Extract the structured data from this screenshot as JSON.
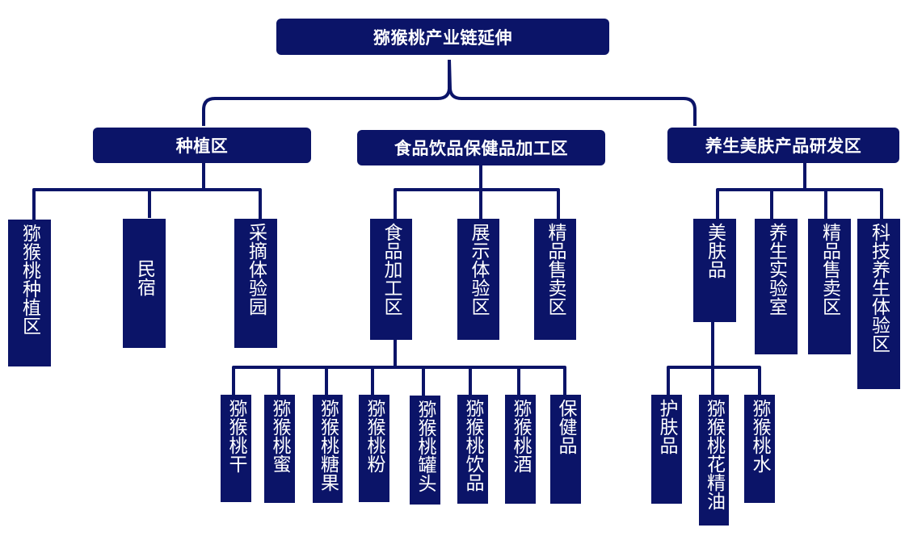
{
  "diagram": {
    "type": "org-chart",
    "colors": {
      "box": "#0b1468",
      "text": "#ffffff",
      "line": "#0b1468"
    },
    "root": {
      "label": "猕猴桃产业链延伸"
    },
    "zones": [
      {
        "label": "种植区",
        "children": [
          {
            "label": "猕猴桃种植区"
          },
          {
            "label": "民宿"
          },
          {
            "label": "采摘体验园"
          }
        ]
      },
      {
        "label": "食品饮品保健品加工区",
        "children": [
          {
            "label": "食品加工区",
            "children": [
              {
                "label": "猕猴桃干"
              },
              {
                "label": "猕猴桃蜜"
              },
              {
                "label": "猕猴桃糖果"
              },
              {
                "label": "猕猴桃粉"
              },
              {
                "label": "猕猴桃罐头"
              },
              {
                "label": "猕猴桃饮品"
              },
              {
                "label": "猕猴桃酒"
              },
              {
                "label": "保健品"
              }
            ]
          },
          {
            "label": "展示体验区"
          },
          {
            "label": "精品售卖区"
          }
        ]
      },
      {
        "label": "养生美肤产品研发区",
        "children": [
          {
            "label": "美肤品",
            "children": [
              {
                "label": "护肤品"
              },
              {
                "label": "猕猴桃花精油"
              },
              {
                "label": "猕猴桃水"
              }
            ]
          },
          {
            "label": "养生实验室"
          },
          {
            "label": "精品售卖区"
          },
          {
            "label": "科技养生体验区"
          }
        ]
      }
    ]
  }
}
